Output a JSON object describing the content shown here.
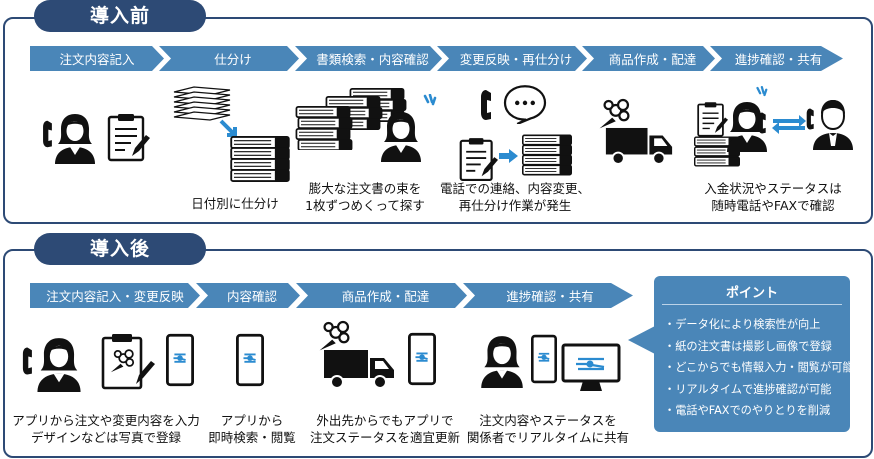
{
  "before": {
    "tag": "導入前",
    "steps": [
      "注文内容記入",
      "仕分け",
      "書類検索・内容確認",
      "変更反映・再仕分け",
      "商品作成・配達",
      "進捗確認・共有"
    ],
    "captions": {
      "c2": [
        "日付別に仕分け"
      ],
      "c3": [
        "膨大な注文書の束を",
        "1枚ずつめくって探す"
      ],
      "c4": [
        "電話での連絡、内容変更、",
        "再仕分け作業が発生"
      ],
      "c6": [
        "入金状況やステータスは",
        "随時電話やFAXで確認"
      ]
    }
  },
  "after": {
    "tag": "導入後",
    "steps": [
      "注文内容記入・変更反映",
      "内容確認",
      "商品作成・配達",
      "進捗確認・共有"
    ],
    "captions": {
      "c1": [
        "アプリから注文や変更内容を入力",
        "デザインなどは写真で登録"
      ],
      "c2": [
        "アプリから",
        "即時検索・閲覧"
      ],
      "c3": [
        "外出先からでもアプリで",
        "注文ステータスを適宜更新"
      ],
      "c4": [
        "注文内容やステータスを",
        "関係者でリアルタイムに共有"
      ]
    }
  },
  "points": {
    "title": "ポイント",
    "items": [
      "・データ化により検索性が向上",
      "・紙の注文書は撮影し画像で登録",
      "・どこからでも情報入力・閲覧が可能",
      "・リアルタイムで進捗確認が可能",
      "・電話やFAXでのやりとりを削減"
    ]
  },
  "colors": {
    "navy": "#2d4a75",
    "step_blue": "#4a86b8",
    "arrow_blue": "#2b8bd0",
    "ink": "#111111"
  }
}
